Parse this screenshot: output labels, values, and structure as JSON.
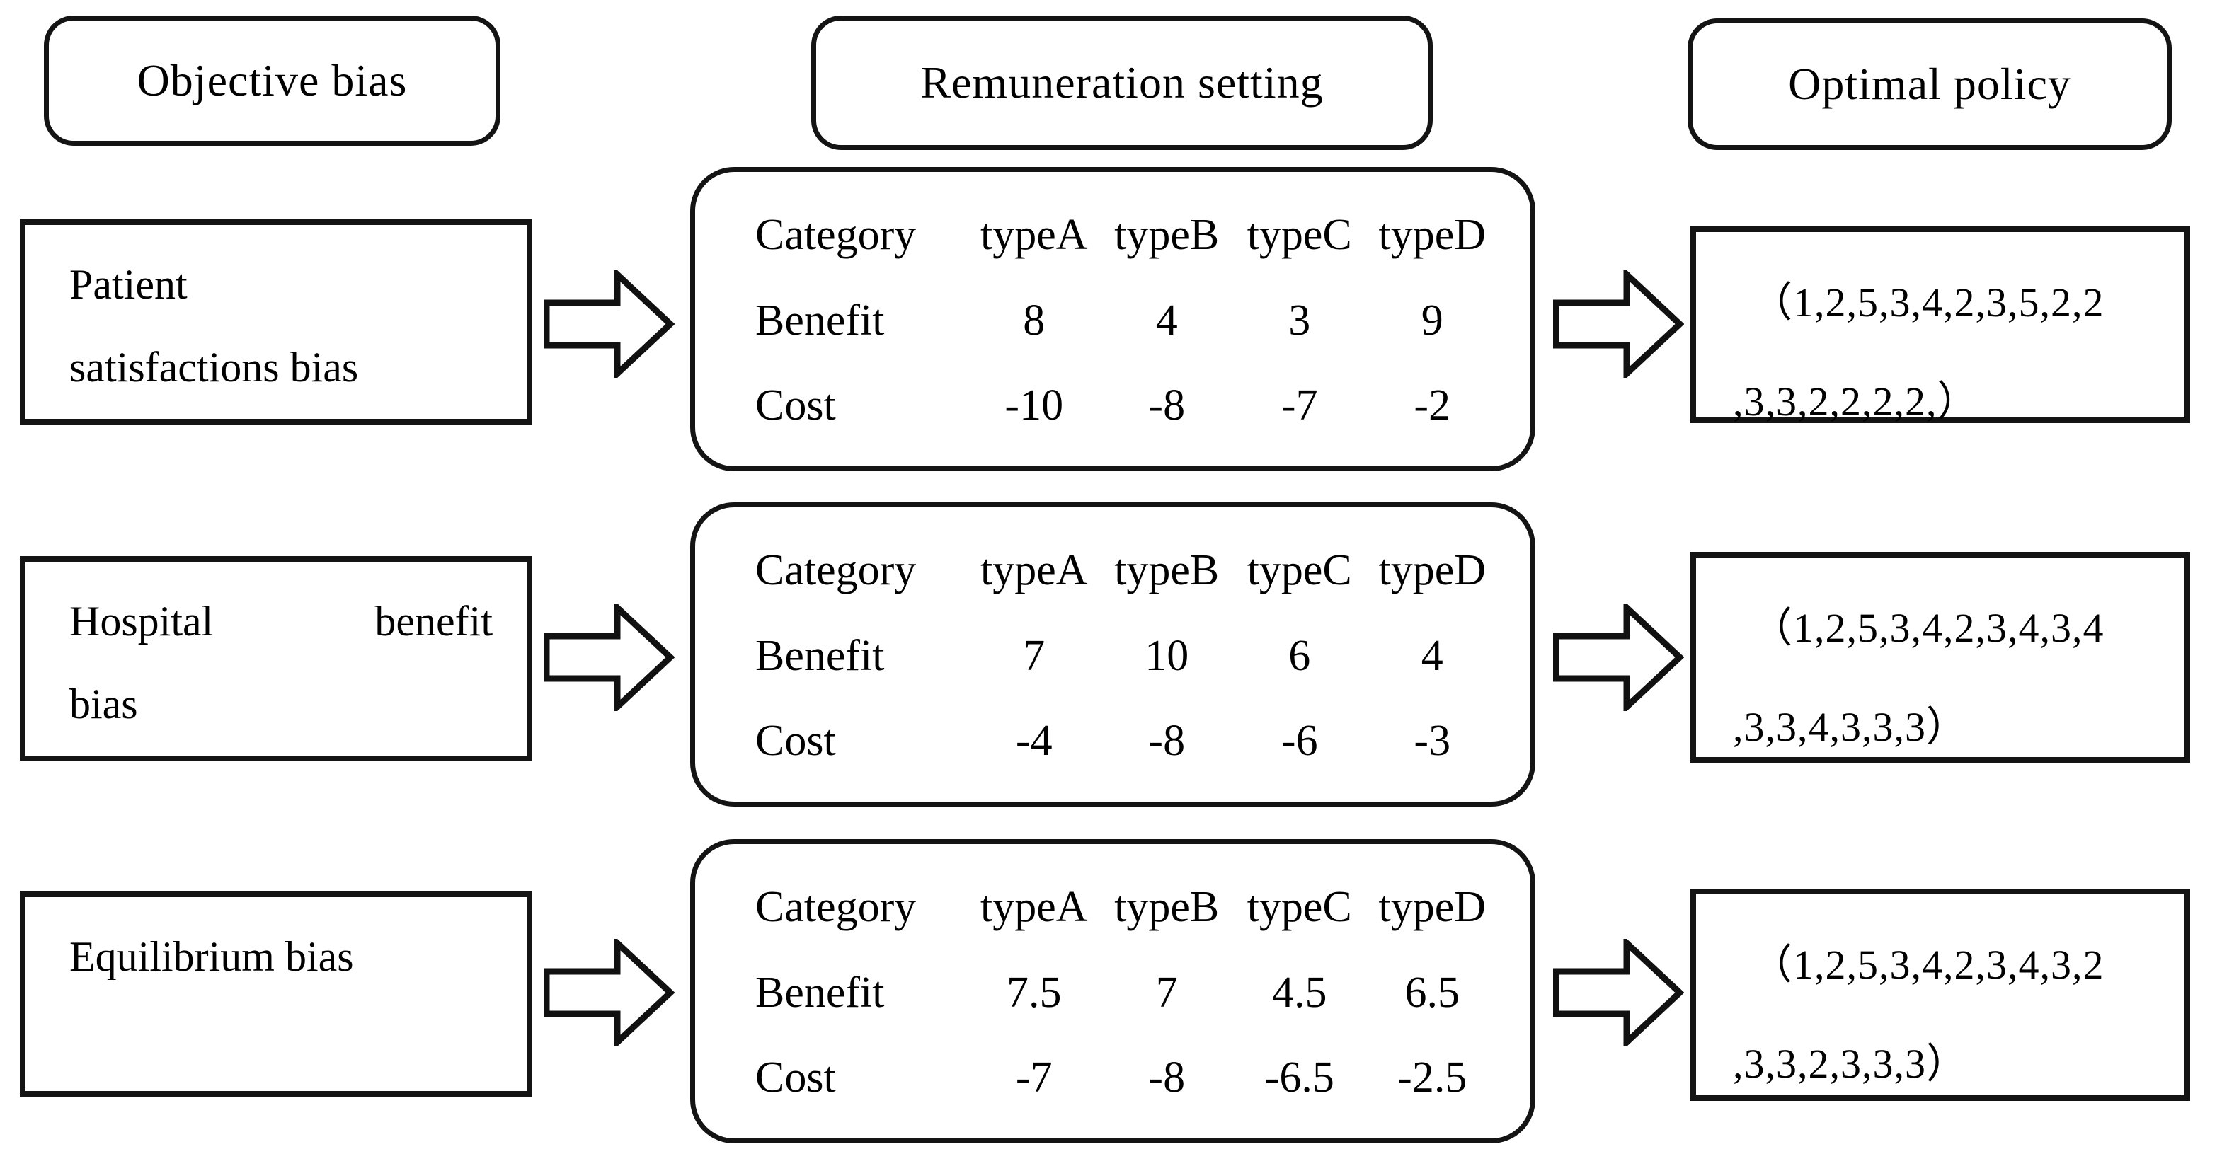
{
  "headers": {
    "objective_bias": "Objective bias",
    "remuneration_setting": "Remuneration setting",
    "optimal_policy": "Optimal policy"
  },
  "rows": [
    {
      "bias": {
        "line1": "Patient",
        "line2": "satisfactions bias"
      },
      "table": {
        "columns": [
          "Category",
          "typeA",
          "typeB",
          "typeC",
          "typeD"
        ],
        "benefit_label": "Benefit",
        "benefit_values": [
          "8",
          "4",
          "3",
          "9"
        ],
        "cost_label": "Cost",
        "cost_values": [
          "-10",
          "-8",
          "-7",
          "-2"
        ]
      },
      "policy": {
        "line1": "（1,2,5,3,4,2,3,5,2,2",
        "line2": ",3,3,2,2,2,2,）"
      }
    },
    {
      "bias": {
        "line1": "Hospital benefit",
        "line2": "bias"
      },
      "table": {
        "columns": [
          "Category",
          "typeA",
          "typeB",
          "typeC",
          "typeD"
        ],
        "benefit_label": "Benefit",
        "benefit_values": [
          "7",
          "10",
          "6",
          "4"
        ],
        "cost_label": "Cost",
        "cost_values": [
          "-4",
          "-8",
          "-6",
          "-3"
        ]
      },
      "policy": {
        "line1": "（1,2,5,3,4,2,3,4,3,4",
        "line2": ",3,3,4,3,3,3）"
      }
    },
    {
      "bias": {
        "line1": "Equilibrium bias",
        "line2": ""
      },
      "table": {
        "columns": [
          "Category",
          "typeA",
          "typeB",
          "typeC",
          "typeD"
        ],
        "benefit_label": "Benefit",
        "benefit_values": [
          "7.5",
          "7",
          "4.5",
          "6.5"
        ],
        "cost_label": "Cost",
        "cost_values": [
          "-7",
          "-8",
          "-6.5",
          "-2.5"
        ]
      },
      "policy": {
        "line1": "（1,2,5,3,4,2,3,4,3,2",
        "line2": ",3,3,2,3,3,3）"
      }
    }
  ]
}
